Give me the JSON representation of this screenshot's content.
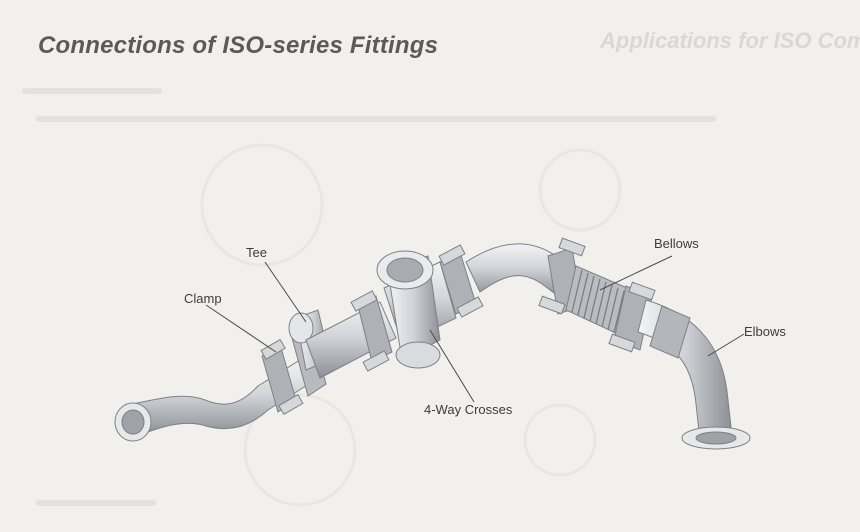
{
  "title": "Connections of ISO-series Fittings",
  "background_title": "Applications for ISO Comp",
  "labels": {
    "tee": "Tee",
    "clamp": "Clamp",
    "bellows": "Bellows",
    "elbows": "Elbows",
    "crosses": "4-Way Crosses"
  },
  "colors": {
    "pipe": "#c9ccd0",
    "pipe_dark": "#8e9298",
    "pipe_light": "#eef0f2",
    "text": "#3d3d3d"
  }
}
